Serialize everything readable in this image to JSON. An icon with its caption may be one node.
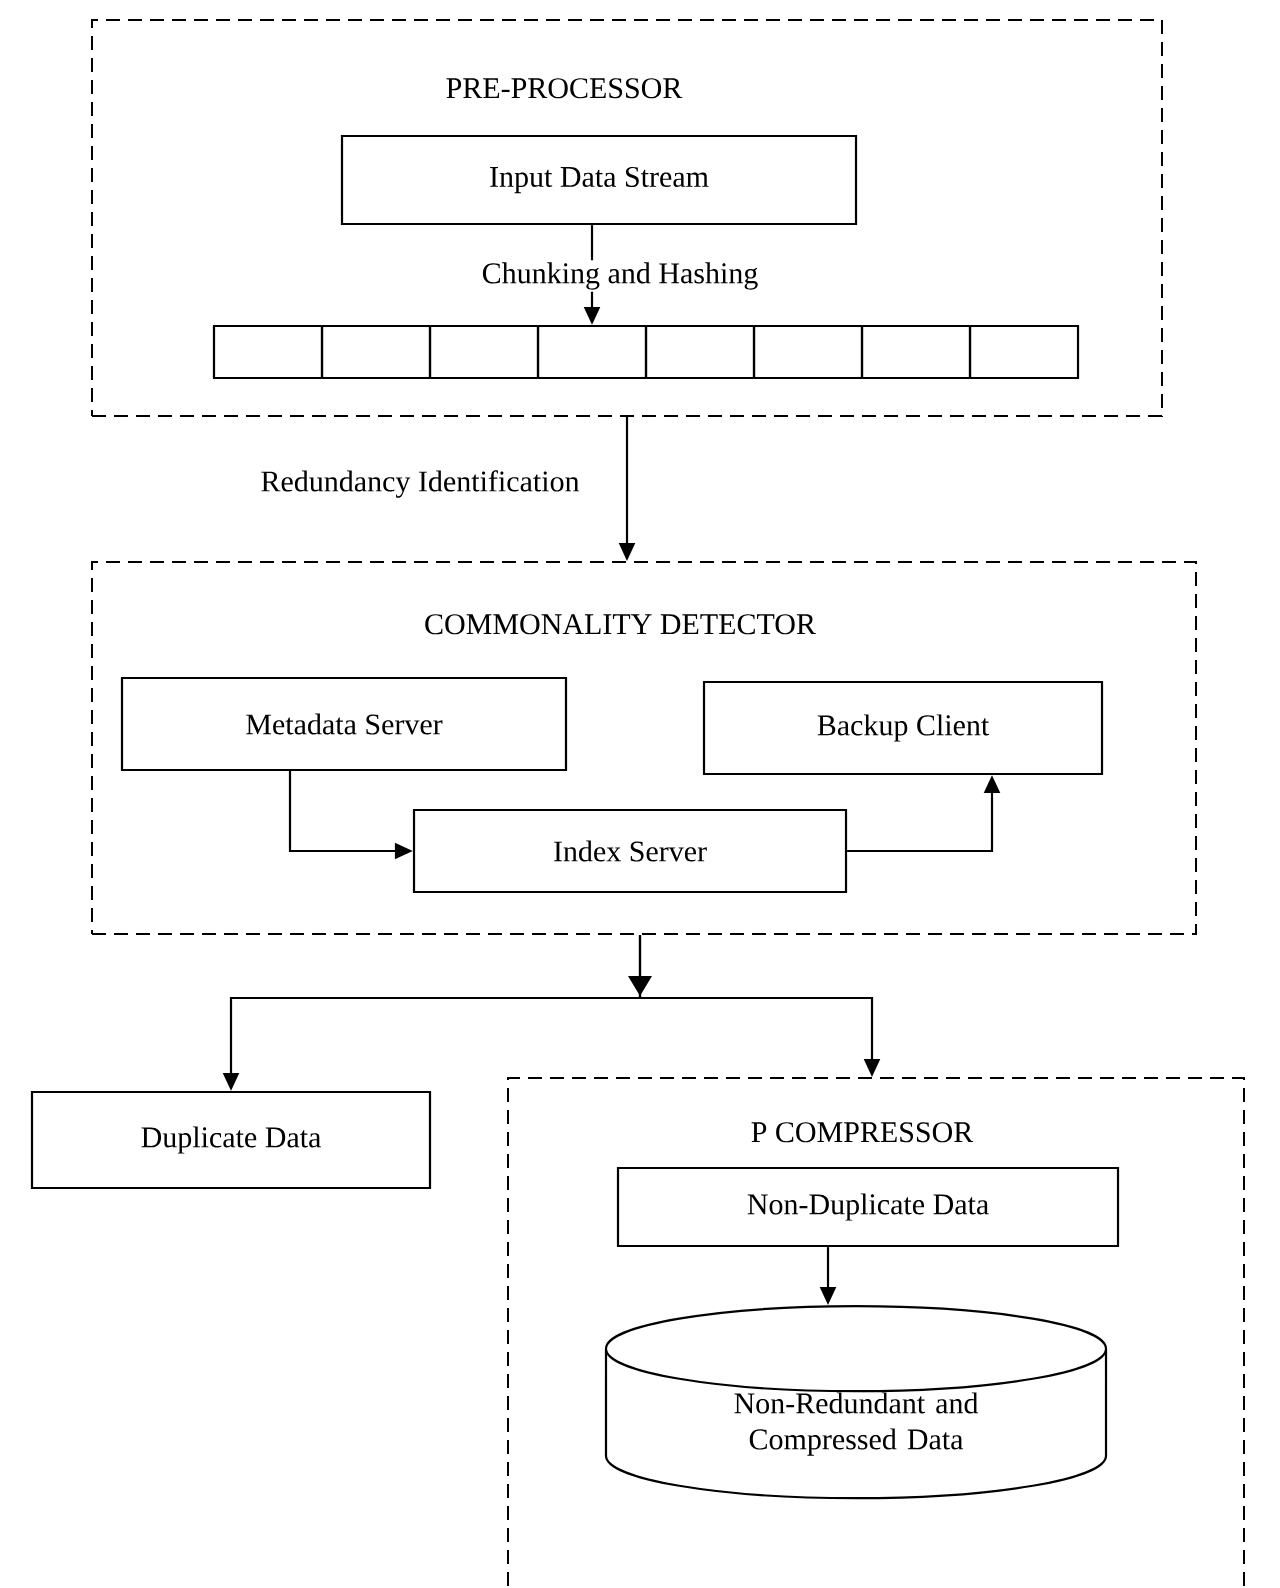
{
  "diagram": {
    "nodes": [
      {
        "text": [
          "PRE-PROCESSOR"
        ]
      },
      {
        "text": [
          "Input Data Stream"
        ],
        "in": 0
      },
      {
        "text": [],
        "shape": "box",
        "in": 0
      },
      {
        "text": [],
        "shape": "box",
        "in": 0
      },
      {
        "text": [],
        "shape": "box",
        "in": 0
      },
      {
        "text": [],
        "shape": "box",
        "in": 0
      },
      {
        "text": [],
        "shape": "box",
        "in": 0
      },
      {
        "text": [],
        "shape": "box",
        "in": 0
      },
      {
        "text": [],
        "shape": "box",
        "in": 0
      },
      {
        "text": [],
        "shape": "box",
        "in": 0
      },
      {
        "text": [
          "COMMONALITY DETECTOR"
        ]
      },
      {
        "text": [
          "Metadata Server"
        ],
        "in": 10
      },
      {
        "text": [
          "Backup Client"
        ],
        "in": 10
      },
      {
        "text": [
          "Index Server"
        ],
        "in": 10
      },
      {
        "text": [
          "Duplicate Data"
        ]
      },
      {
        "text": [
          "P COMPRESSOR"
        ]
      },
      {
        "text": [
          "Non-Duplicate Data"
        ],
        "in": 15
      },
      {
        "text": [
          "Non-Redundant and Compressed Data"
        ],
        "in": 15
      }
    ],
    "edges": [
      {
        "from": 1,
        "to": 5,
        "arrow": "to",
        "label": "Chunking and Hashing"
      },
      {
        "from": 0,
        "to": 10,
        "arrow": "to",
        "label": "Redundancy Identification"
      },
      {
        "from": 11,
        "to": 13,
        "arrow": "to"
      },
      {
        "from": 13,
        "to": 12,
        "arrow": "to"
      },
      {
        "from": 10,
        "to": 14,
        "arrow": "to"
      },
      {
        "from": 10,
        "to": 15,
        "arrow": "to"
      },
      {
        "from": 16,
        "to": 17,
        "arrow": "to"
      }
    ]
  }
}
